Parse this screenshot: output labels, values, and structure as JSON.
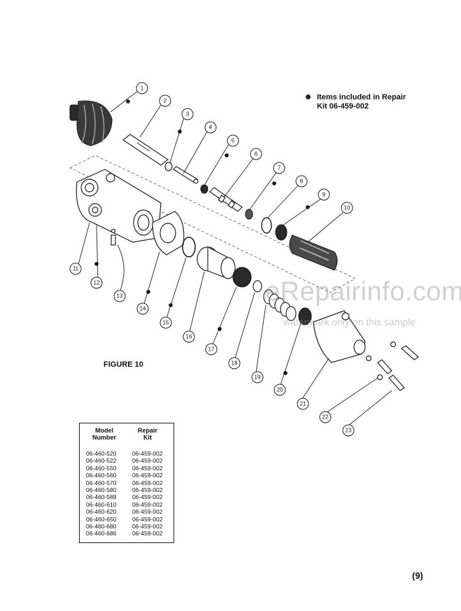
{
  "legend": {
    "line1": "Items included in Repair",
    "line2": "Kit 06-459-002"
  },
  "figure_title": "FIGURE 10",
  "callouts": [
    "1",
    "2",
    "3",
    "4",
    "5",
    "6",
    "7",
    "8",
    "9",
    "10",
    "11",
    "12",
    "13",
    "14",
    "15",
    "16",
    "17",
    "18",
    "19",
    "20",
    "21",
    "22",
    "23"
  ],
  "watermark": {
    "main": "eRepairinfo.com",
    "sub": "watermark only on this sample"
  },
  "table": {
    "header_model": [
      "Model",
      "Number"
    ],
    "header_kit": [
      "Repair",
      "Kit"
    ],
    "rows": [
      {
        "model": "06-460-520",
        "kit": "06-459-002"
      },
      {
        "model": "06-460-522",
        "kit": "06-459-002"
      },
      {
        "model": "06-460-550",
        "kit": "06-459-002"
      },
      {
        "model": "06-460-560",
        "kit": "06-459-002"
      },
      {
        "model": "06-460-570",
        "kit": "06-459-002"
      },
      {
        "model": "06-460-580",
        "kit": "06-459-002"
      },
      {
        "model": "06-460-588",
        "kit": "06-459-002"
      },
      {
        "model": "06-460-610",
        "kit": "06-459-002"
      },
      {
        "model": "06-460-620",
        "kit": "06-459-002"
      },
      {
        "model": "06-460-650",
        "kit": "06-459-002"
      },
      {
        "model": "06-460-680",
        "kit": "06-459-002"
      },
      {
        "model": "06-460-686",
        "kit": "06-459-002"
      }
    ]
  },
  "page_number": "(9)"
}
